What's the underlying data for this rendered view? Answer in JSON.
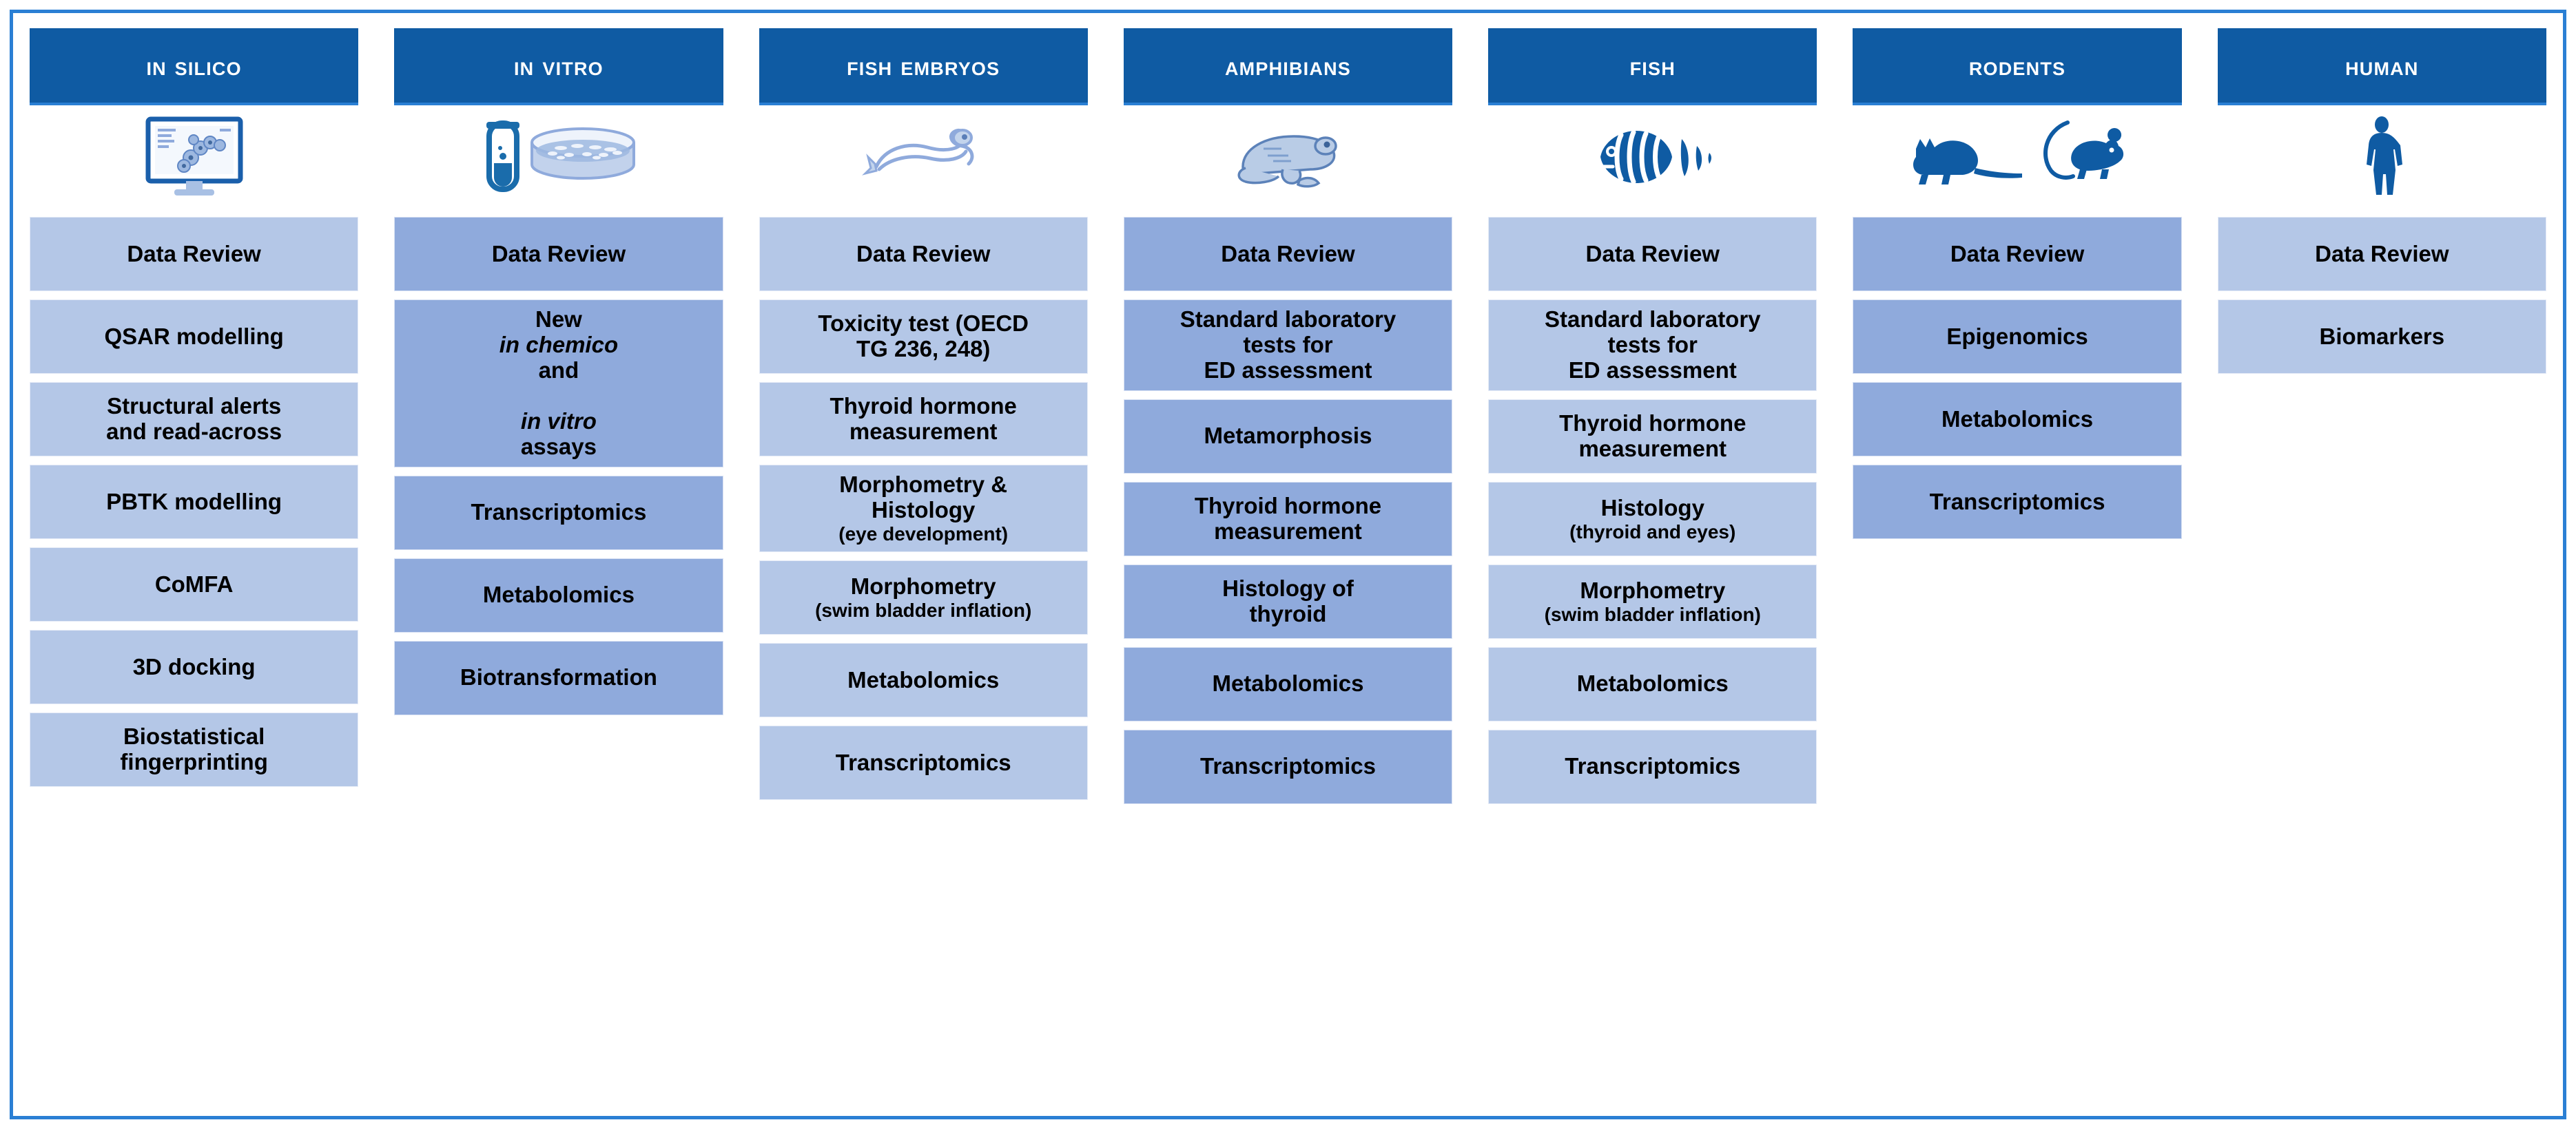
{
  "colors": {
    "header_blue": "#0f5ba3",
    "frame_blue": "#2a7fd4",
    "cell_light": "#b4c7e7",
    "cell_medium": "#8faadc",
    "icon_blue": "#1a5fab"
  },
  "columns": [
    {
      "id": "in-silico",
      "header": "In silico",
      "icon": "computer-molecular-modelling-icon",
      "shade": "light",
      "cells": [
        {
          "text": "Data Review"
        },
        {
          "text": "QSAR modelling"
        },
        {
          "lines": [
            "Structural alerts",
            "and read-across"
          ]
        },
        {
          "text": "PBTK modelling"
        },
        {
          "text": "CoMFA"
        },
        {
          "text": "3D docking"
        },
        {
          "lines": [
            "Biostatistical",
            "fingerprinting"
          ]
        }
      ]
    },
    {
      "id": "in-vitro",
      "header": "In vitro",
      "icon": "test-tube-and-petri-dish-icon",
      "shade": "medium",
      "cells": [
        {
          "text": "Data Review"
        },
        {
          "rich": [
            {
              "t": "New ",
              "i": false
            },
            {
              "t": "in chemico",
              "i": true
            },
            {
              "t": " and",
              "i": false
            },
            {
              "br": true
            },
            {
              "t": "in vitro",
              "i": true
            },
            {
              "t": " assays",
              "i": false
            }
          ]
        },
        {
          "text": "Transcriptomics"
        },
        {
          "text": "Metabolomics"
        },
        {
          "text": "Biotransformation"
        }
      ]
    },
    {
      "id": "fish-embryos",
      "header": "Fish embryos",
      "icon": "fish-larva-icon",
      "shade": "light",
      "cells": [
        {
          "text": "Data Review"
        },
        {
          "lines": [
            "Toxicity test (OECD",
            "TG 236, 248)"
          ]
        },
        {
          "lines": [
            "Thyroid hormone",
            "measurement"
          ]
        },
        {
          "lines": [
            "Morphometry &",
            "Histology"
          ],
          "sub": "(eye development)"
        },
        {
          "lines": [
            "Morphometry"
          ],
          "sub": "(swim bladder inflation)"
        },
        {
          "text": "Metabolomics"
        },
        {
          "text": "Transcriptomics"
        }
      ]
    },
    {
      "id": "amphibians",
      "header": "Amphibians",
      "icon": "frog-icon",
      "shade": "medium",
      "cells": [
        {
          "text": "Data Review"
        },
        {
          "lines": [
            "Standard laboratory",
            "tests for",
            "ED assessment"
          ]
        },
        {
          "text": "Metamorphosis"
        },
        {
          "lines": [
            "Thyroid hormone",
            "measurement"
          ]
        },
        {
          "lines": [
            "Histology of",
            "thyroid"
          ]
        },
        {
          "text": "Metabolomics"
        },
        {
          "text": "Transcriptomics"
        }
      ]
    },
    {
      "id": "fish",
      "header": "Fish",
      "icon": "fish-icon",
      "shade": "light",
      "cells": [
        {
          "text": "Data Review"
        },
        {
          "lines": [
            "Standard laboratory",
            "tests for",
            "ED assessment"
          ]
        },
        {
          "lines": [
            "Thyroid hormone",
            "measurement"
          ]
        },
        {
          "lines": [
            "Histology"
          ],
          "sub": "(thyroid and eyes)"
        },
        {
          "lines": [
            "Morphometry"
          ],
          "sub": "(swim bladder inflation)"
        },
        {
          "text": "Metabolomics"
        },
        {
          "text": "Transcriptomics"
        }
      ]
    },
    {
      "id": "rodents",
      "header": "Rodents",
      "icon": "two-rodents-icon",
      "shade": "medium",
      "cells": [
        {
          "text": "Data Review"
        },
        {
          "text": "Epigenomics"
        },
        {
          "text": "Metabolomics"
        },
        {
          "text": "Transcriptomics"
        }
      ]
    },
    {
      "id": "human",
      "header": "Human",
      "icon": "human-figure-icon",
      "shade": "light",
      "cells": [
        {
          "text": "Data Review"
        },
        {
          "text": "Biomarkers"
        }
      ]
    }
  ]
}
